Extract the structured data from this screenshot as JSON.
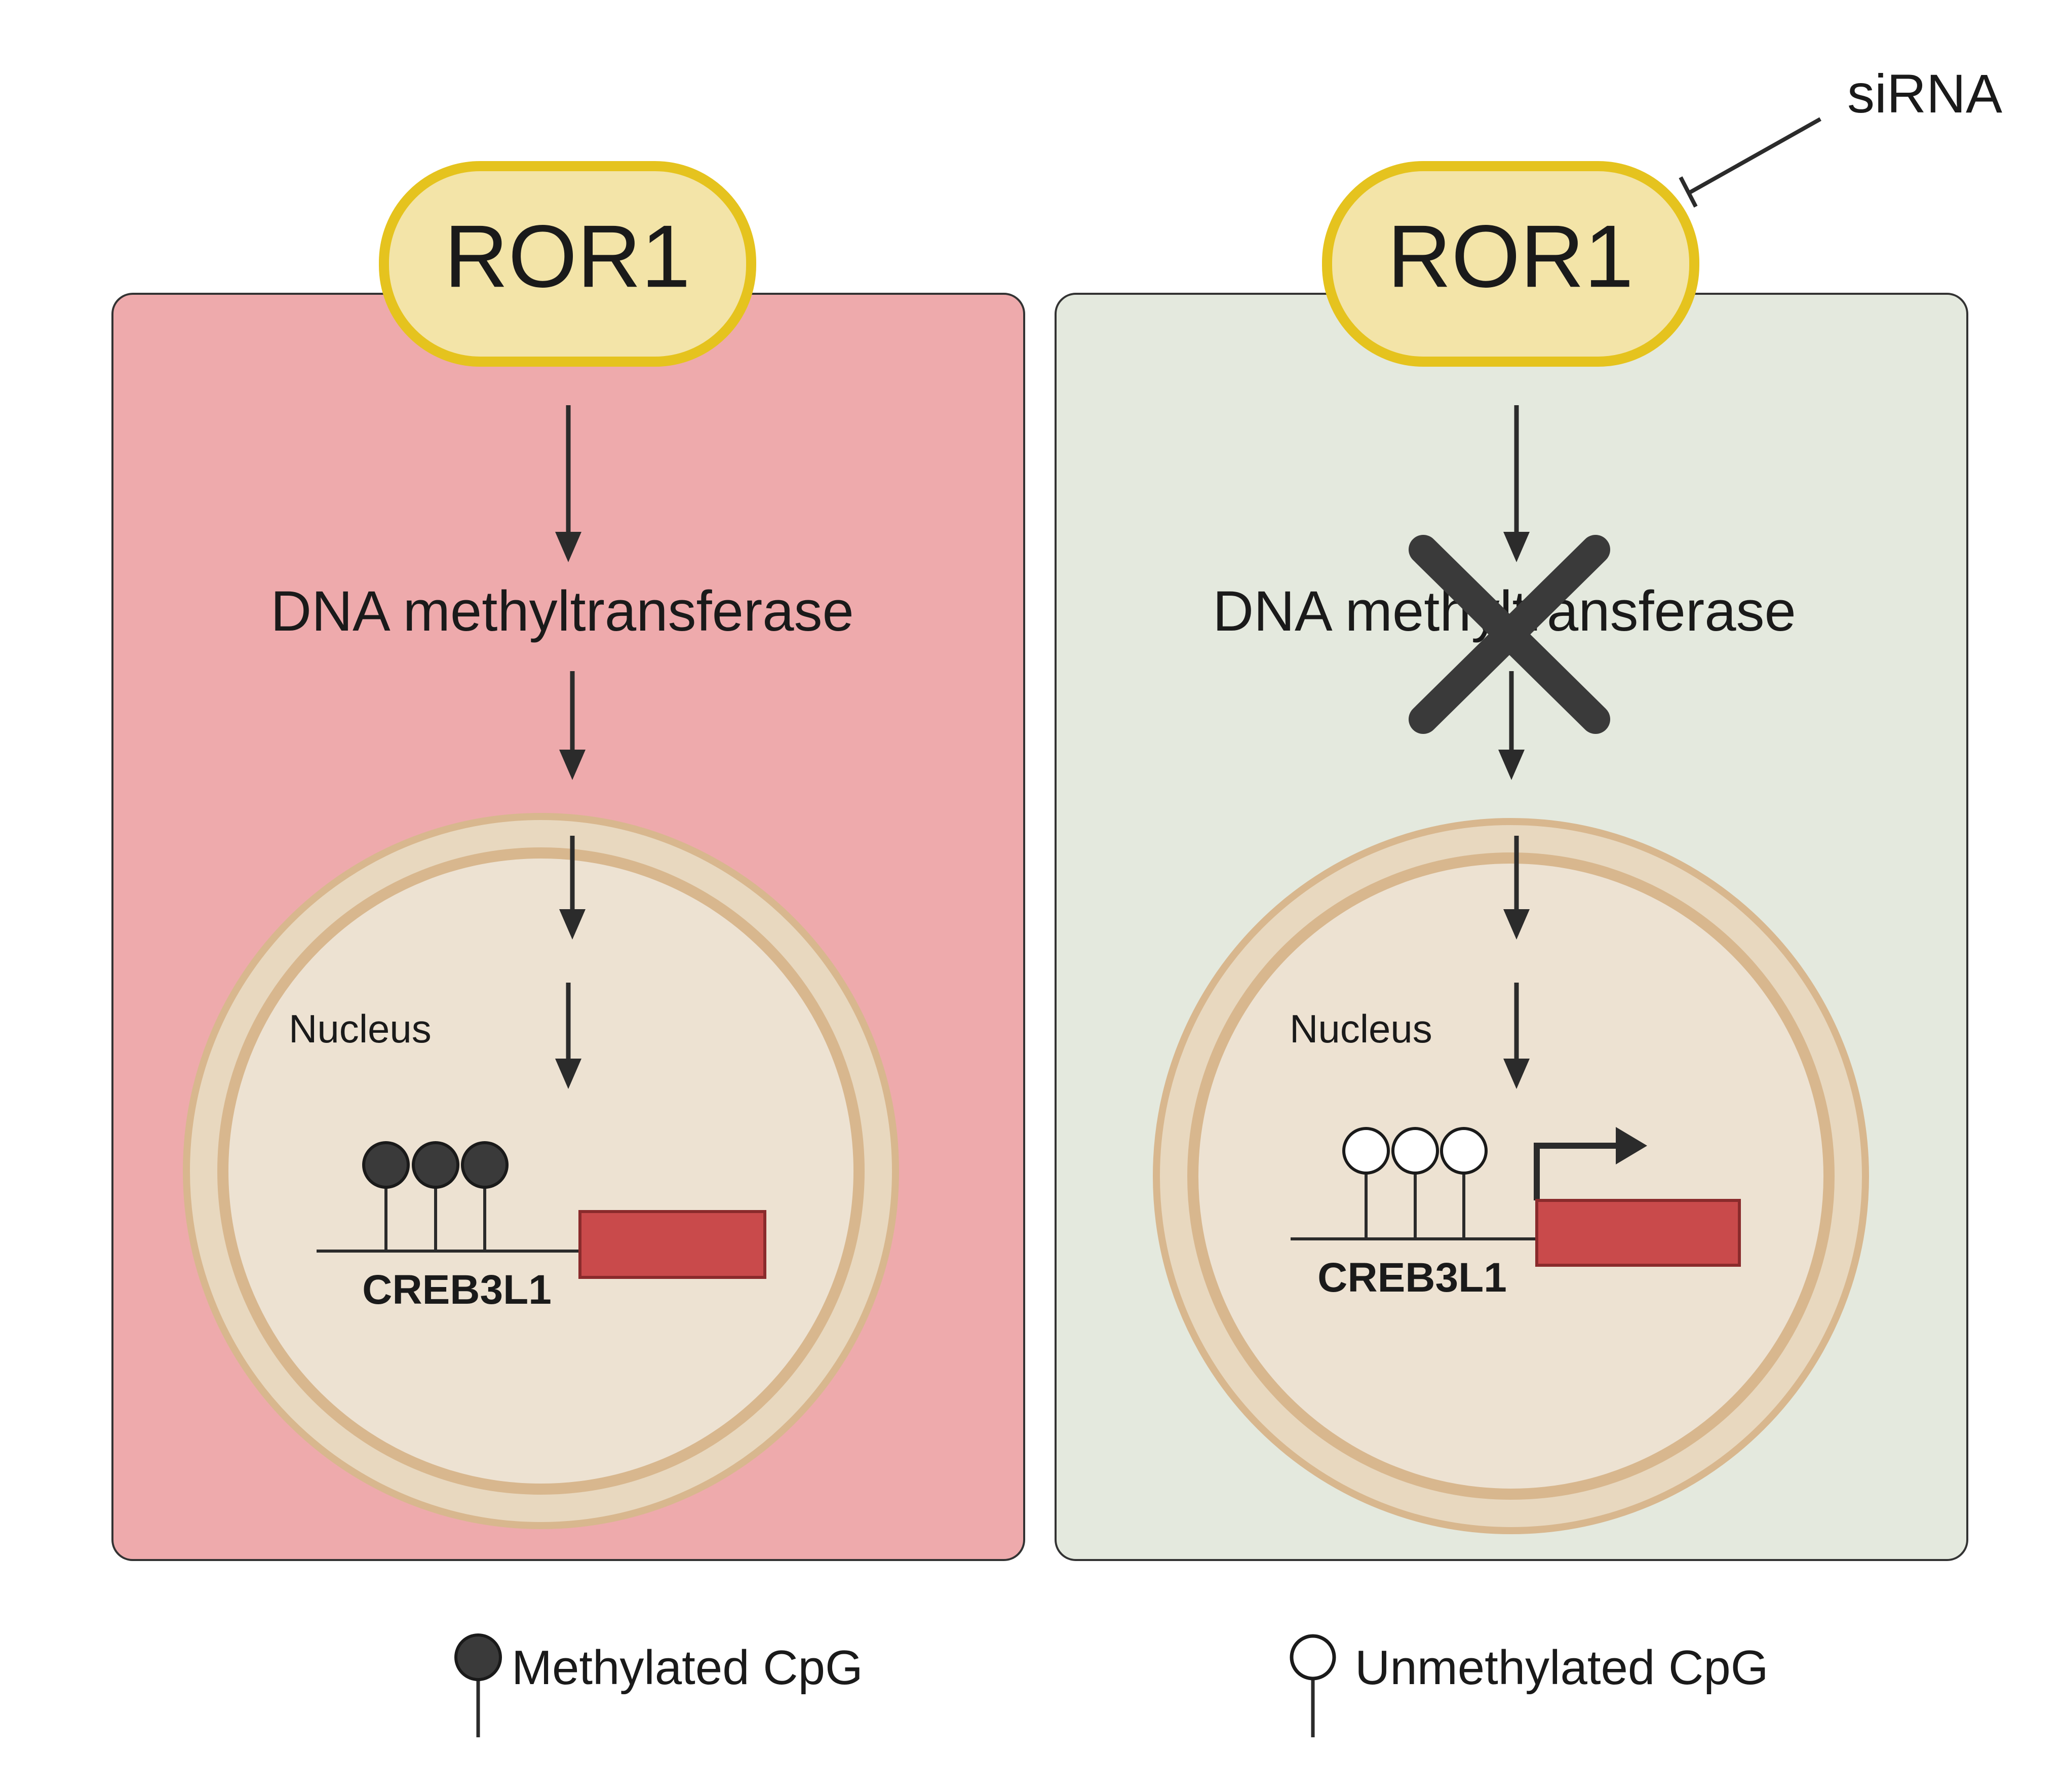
{
  "panels": {
    "left": {
      "receptor_label": "ROR1",
      "enzyme_label": "DNA methyltransferase",
      "nucleus_label": "Nucleus",
      "gene_label": "CREB3L1"
    },
    "right": {
      "receptor_label": "ROR1",
      "enzyme_label": "DNA methyltransferase",
      "nucleus_label": "Nucleus",
      "gene_label": "CREB3L1",
      "inhibitor_label": "siRNA"
    }
  },
  "legend": {
    "methylated_label": "Methylated CpG",
    "unmethylated_label": "Unmethylated CpG"
  },
  "colors": {
    "left_cell_fill": "#eeaaac",
    "right_cell_fill": "#e4e9de",
    "cell_border": "#333333",
    "receptor_fill": "#f3e4a8",
    "receptor_border": "#e5c31e",
    "nucleus_outer": "#e8d8bf",
    "nucleus_ring": "#d8b78e",
    "nucleus_inner": "#ede2d2",
    "gene_box": "#c94a4b",
    "arrow": "#2b2b2b"
  }
}
